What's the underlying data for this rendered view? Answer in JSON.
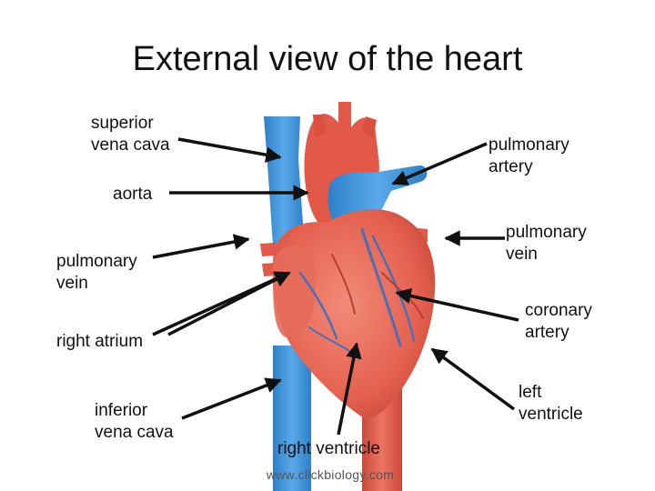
{
  "title": "External view of the heart",
  "labels": {
    "superior_vena_cava": "superior\nvena cava",
    "aorta": "aorta",
    "pulmonary_vein_left": "pulmonary\nvein",
    "right_atrium": "right atrium",
    "inferior_vena_cava": "inferior\nvena cava",
    "right_ventricle": "right ventricle",
    "pulmonary_artery": "pulmonary\nartery",
    "pulmonary_vein_right": "pulmonary\nvein",
    "coronary_artery": "coronary\nartery",
    "left_ventricle": "left\nventricle"
  },
  "credit": "www.clickbiology.com",
  "colors": {
    "heart": "#e86a5a",
    "heart_dark": "#c94a3c",
    "vein_blue": "#3d8fd6",
    "artery_red": "#e0584a",
    "arrow": "#111111"
  }
}
